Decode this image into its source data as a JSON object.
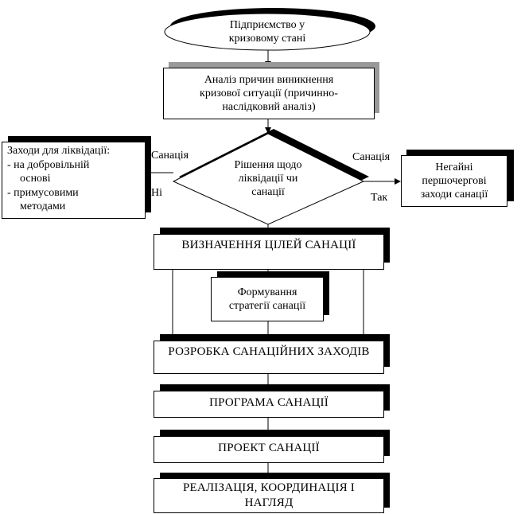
{
  "diagram": {
    "start": {
      "line1": "Підприємство у",
      "line2": "кризовому стані"
    },
    "analysis": {
      "line1": "Аналіз причин виникнення",
      "line2": "кризової ситуації (причинно-",
      "line3": "наслідковий аналіз)"
    },
    "decision": {
      "line1": "Рішення щодо",
      "line2": "ліквідації чи",
      "line3": "санації"
    },
    "left_branch": {
      "label_top": "Санація",
      "label_bottom": "Ні",
      "box": {
        "title": "Заходи для ліквідації:",
        "items": [
          {
            "line1": "- на добровільній",
            "line2": "основі"
          },
          {
            "line1": "- примусовими",
            "line2": "методами"
          }
        ]
      }
    },
    "right_branch": {
      "label_top": "Санація",
      "label_bottom": "Так",
      "box": {
        "line1": "Негайні",
        "line2": "першочергові",
        "line3": "заходи санації"
      }
    },
    "goals": "ВИЗНАЧЕННЯ ЦІЛЕЙ САНАЦІЇ",
    "strategy": {
      "line1": "Формування",
      "line2": "стратегії санації"
    },
    "measures": "РОЗРОБКА САНАЦІЙНИХ ЗАХОДІВ",
    "program": "ПРОГРАМА САНАЦІЇ",
    "project": "ПРОЕКТ САНАЦІЇ",
    "implementation": {
      "line1": "РЕАЛІЗАЦІЯ, КООРДИНАЦІЯ І",
      "line2": "НАГЛЯД"
    },
    "colors": {
      "shadow_black": "#000000",
      "shadow_gray": "#999999",
      "stroke": "#000000",
      "fill": "#ffffff"
    }
  }
}
